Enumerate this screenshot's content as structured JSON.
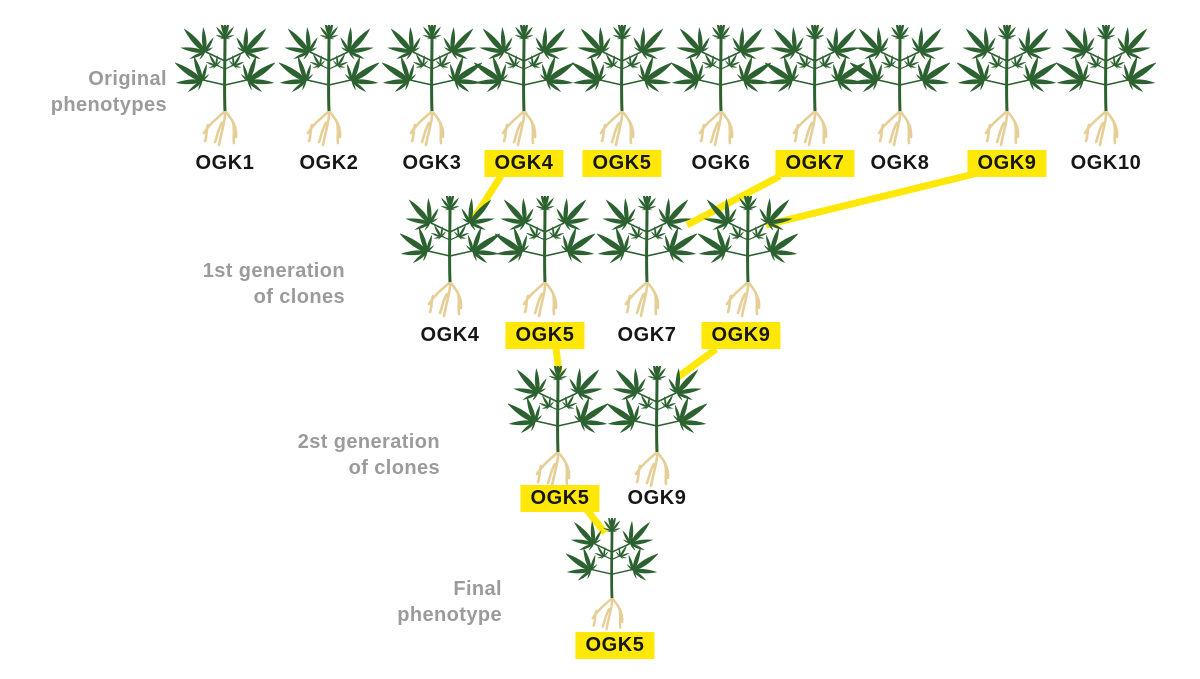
{
  "diagram": {
    "subject": "cannabis phenotype selection over generations",
    "colors": {
      "highlight_yellow": "#ffe808",
      "leaf_green": "#2c6130",
      "root_tan": "#e6cf97",
      "plant_label_text": "#161616",
      "section_label_gray": "#9b9b9b",
      "background": "#ffffff"
    },
    "rows": [
      {
        "name": "original-phenotypes",
        "title": [
          "Original",
          "phenotypes"
        ],
        "plants": [
          {
            "label": "OGK1",
            "highlighted": false
          },
          {
            "label": "OGK2",
            "highlighted": false
          },
          {
            "label": "OGK3",
            "highlighted": false
          },
          {
            "label": "OGK4",
            "highlighted": true
          },
          {
            "label": "OGK5",
            "highlighted": true
          },
          {
            "label": "OGK6",
            "highlighted": false
          },
          {
            "label": "OGK7",
            "highlighted": true
          },
          {
            "label": "OGK8",
            "highlighted": false
          },
          {
            "label": "OGK9",
            "highlighted": true
          },
          {
            "label": "OGK10",
            "highlighted": false
          }
        ]
      },
      {
        "name": "first-generation-of-clones",
        "title": [
          "1st generation",
          "of clones"
        ],
        "plants": [
          {
            "label": "OGK4",
            "highlighted": false
          },
          {
            "label": "OGK5",
            "highlighted": true
          },
          {
            "label": "OGK7",
            "highlighted": false
          },
          {
            "label": "OGK9",
            "highlighted": true
          }
        ]
      },
      {
        "name": "second-generation-of-clones",
        "title": [
          "2st generation",
          "of clones"
        ],
        "plants": [
          {
            "label": "OGK5",
            "highlighted": true
          },
          {
            "label": "OGK9",
            "highlighted": false
          }
        ]
      },
      {
        "name": "final-phenotype",
        "title": [
          "Final",
          "phenotype"
        ],
        "plants": [
          {
            "label": "OGK5",
            "highlighted": true
          }
        ]
      }
    ],
    "connectors": [
      {
        "from": "Original OGK4 label",
        "to": "1st generation OGK4 plant"
      },
      {
        "from": "Original OGK7 label",
        "to": "1st generation OGK7 plant"
      },
      {
        "from": "Original OGK9 label",
        "to": "1st generation OGK9 plant"
      },
      {
        "from": "1st generation OGK5 label",
        "to": "2st generation OGK5 plant"
      },
      {
        "from": "1st generation OGK9 label",
        "to": "2st generation OGK9 plant"
      },
      {
        "from": "2st generation OGK5 label",
        "to": "Final OGK5 plant"
      }
    ]
  }
}
